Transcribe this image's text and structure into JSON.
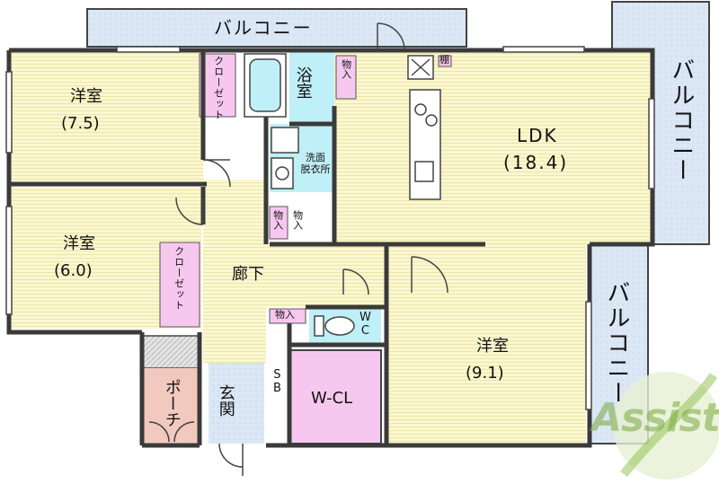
{
  "rooms": {
    "western1": {
      "name": "洋室",
      "size": "(7.5)"
    },
    "western2": {
      "name": "洋室",
      "size": "(6.0)"
    },
    "western3": {
      "name": "洋室",
      "size": "(9.1)"
    },
    "ldk": {
      "name": "LDK",
      "size": "(18.4)"
    },
    "bath": "浴室",
    "washroom": "洗面\n脱衣所",
    "hallway": "廊下",
    "entrance": "玄関",
    "porch": "ポーチ",
    "wcl": "W-CL",
    "wc": "WC",
    "sb": "SB"
  },
  "labels": {
    "balcony_top": "バルコニー",
    "balcony_right": "バルコニー",
    "balcony_right_lower": "バルコニー",
    "closet1": "クローゼット",
    "closet2": "クローゼット",
    "storage_bath": "物入",
    "storage_wash": "物入",
    "storage_hall": "物入",
    "storage_small": "物入",
    "shelf": "棚"
  },
  "logo": {
    "text": "Assist"
  },
  "colors": {
    "floor": "#fbf7cf",
    "balcony": "#dbe7f5",
    "wet": "#bfeff7",
    "closet": "#f7c8ef",
    "porch": "#f2c9bf",
    "wall": "#3a3a3a",
    "logo": "#8cbf4a"
  }
}
